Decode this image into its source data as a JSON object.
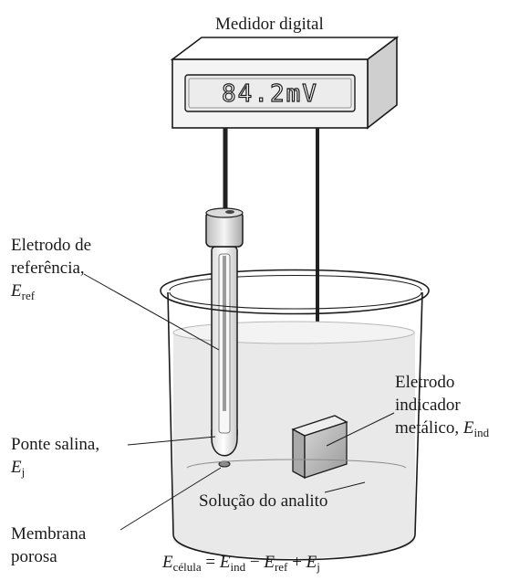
{
  "meter": {
    "title": "Medidor digital",
    "reading": "84.2mV"
  },
  "labels": {
    "reference_electrode": {
      "line1": "Eletrodo de",
      "line2": "referência,",
      "symbol": "E",
      "subscript": "ref"
    },
    "indicator_electrode": {
      "line1": "Eletrodo",
      "line2": "indicador",
      "line3": "metálico,",
      "symbol": "E",
      "subscript": "ind"
    },
    "salt_bridge": {
      "line1": "Ponte salina,",
      "symbol": "E",
      "subscript": "j"
    },
    "analyte_solution": "Solução do analito",
    "membrane": {
      "line1": "Membrana",
      "line2": "porosa"
    }
  },
  "equation": {
    "lhs_symbol": "E",
    "lhs_subscript": "célula",
    "equals": "=",
    "term1_symbol": "E",
    "term1_subscript": "ind",
    "minus": "−",
    "term2_symbol": "E",
    "term2_subscript": "ref",
    "plus": "+",
    "term3_symbol": "E",
    "term3_subscript": "j"
  },
  "colors": {
    "outline": "#1a1a1a",
    "solution": "#e9e9e9",
    "meter_face": "#f4f4f4",
    "meter_top": "#ffffff",
    "meter_side": "#cfcfcf",
    "display_bg": "#ececec",
    "electrode_metal": "#bdbdbd",
    "wire": "#222222"
  }
}
